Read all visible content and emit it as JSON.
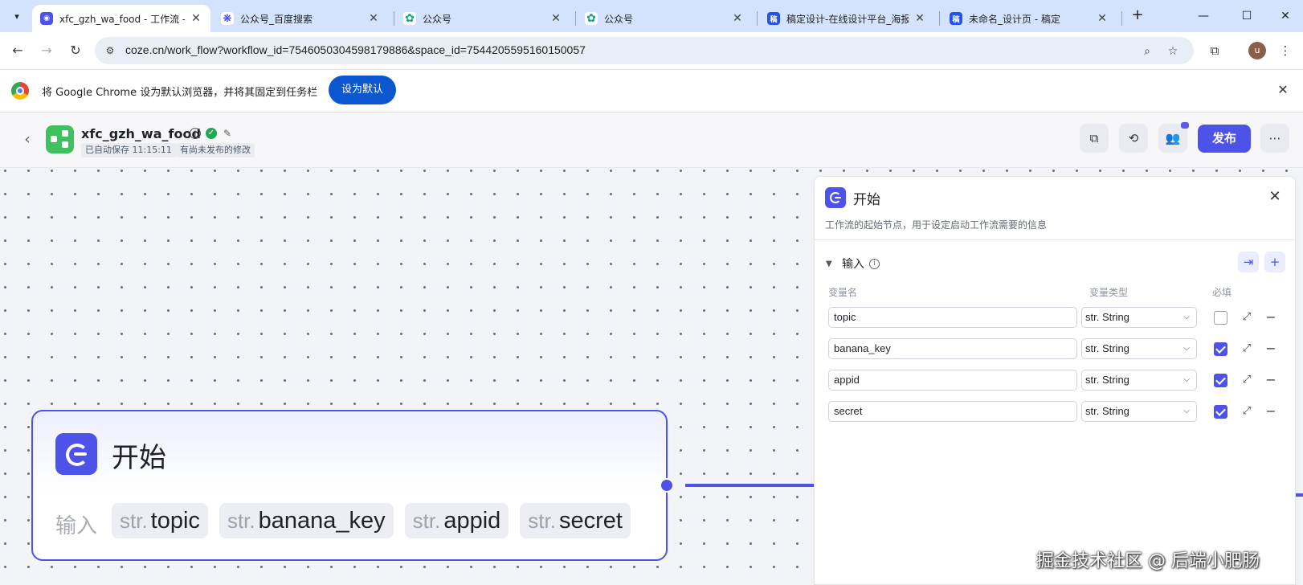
{
  "browser": {
    "tabs": [
      {
        "title": "xfc_gzh_wa_food - 工作流 - 扣",
        "icon": "coze-icon",
        "color": "#4d53e8",
        "active": true
      },
      {
        "title": "公众号_百度搜索",
        "icon": "baidu-paw-icon",
        "color": "#2932e1"
      },
      {
        "title": "公众号",
        "icon": "openai-icon",
        "color": "#10a37f"
      },
      {
        "title": "公众号",
        "icon": "openai-icon",
        "color": "#10a37f"
      },
      {
        "title": "稿定设计-在线设计平台_海报",
        "icon": "gaoding-icon",
        "color": "#2354e6"
      },
      {
        "title": "未命名_设计页 - 稿定",
        "icon": "gaoding-icon",
        "color": "#2354e6"
      }
    ],
    "url": "coze.cn/work_flow?workflow_id=7546050304598179886&space_id=7544205595160150057",
    "avatar_letter": "u",
    "infobar": {
      "text": "将 Google Chrome 设为默认浏览器，并将其固定到任务栏",
      "button": "设为默认"
    }
  },
  "app": {
    "title": "xfc_gzh_wa_food",
    "autosave": "已自动保存 11:15:11",
    "unpublished": "有尚未发布的修改",
    "publish_label": "发布"
  },
  "node": {
    "title": "开始",
    "input_label": "输入",
    "params": [
      {
        "type": "str.",
        "name": "topic"
      },
      {
        "type": "str.",
        "name": "banana_key"
      },
      {
        "type": "str.",
        "name": "appid"
      },
      {
        "type": "str.",
        "name": "secret"
      }
    ]
  },
  "panel": {
    "title": "开始",
    "description": "工作流的起始节点，用于设定启动工作流需要的信息",
    "section_label": "输入",
    "columns": {
      "name": "变量名",
      "type": "变量类型",
      "required": "必填"
    },
    "variables": [
      {
        "name": "topic",
        "type": "str. String",
        "required": false
      },
      {
        "name": "banana_key",
        "type": "str. String",
        "required": true
      },
      {
        "name": "appid",
        "type": "str. String",
        "required": true
      },
      {
        "name": "secret",
        "type": "str. String",
        "required": true
      }
    ]
  },
  "watermark": "掘金技术社区 @ 后端小肥肠",
  "colors": {
    "accent": "#4d53e8",
    "success": "#20a955",
    "chrome_blue": "#0b57d0"
  }
}
